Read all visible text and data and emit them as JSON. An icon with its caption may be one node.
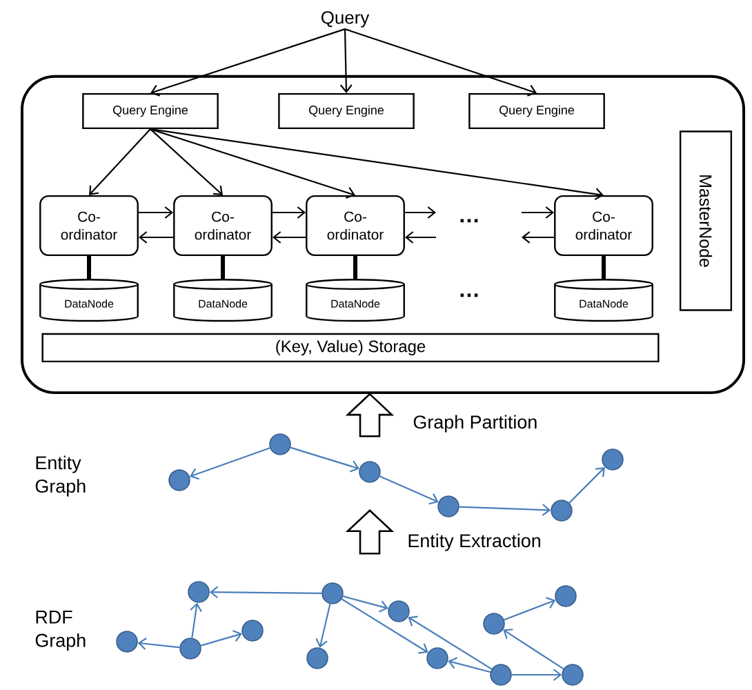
{
  "diagram": {
    "nodes": [
      {
        "text": [
          "Query"
        ]
      },
      {
        "text": [],
        "shape": "box"
      },
      {
        "text": [
          "Query Engine"
        ],
        "in": 1
      },
      {
        "text": [
          "Query Engine"
        ],
        "in": 1
      },
      {
        "text": [
          "Query Engine"
        ],
        "in": 1
      },
      {
        "text": [
          "Co- ordinator"
        ],
        "in": 1
      },
      {
        "text": [
          "Co- ordinator"
        ],
        "in": 1
      },
      {
        "text": [
          "Co- ordinator"
        ],
        "in": 1
      },
      {
        "text": [
          "Co- ordinator"
        ],
        "in": 1
      },
      {
        "text": [
          "DataNode"
        ],
        "in": 1
      },
      {
        "text": [
          "DataNode"
        ],
        "in": 1
      },
      {
        "text": [
          "DataNode"
        ],
        "in": 1
      },
      {
        "text": [
          "DataNode"
        ],
        "in": 1
      },
      {
        "text": [
          "(Key, Value) Storage"
        ],
        "in": 1
      },
      {
        "text": [
          "MasterNode"
        ],
        "in": 1
      },
      {
        "text": [],
        "shape": "circle"
      },
      {
        "text": [],
        "shape": "circle"
      },
      {
        "text": [],
        "shape": "circle"
      },
      {
        "text": [],
        "shape": "circle"
      },
      {
        "text": [],
        "shape": "circle"
      },
      {
        "text": [],
        "shape": "circle"
      },
      {
        "text": [],
        "shape": "circle"
      },
      {
        "text": [],
        "shape": "circle"
      },
      {
        "text": [],
        "shape": "circle"
      },
      {
        "text": [],
        "shape": "circle"
      },
      {
        "text": [],
        "shape": "circle"
      },
      {
        "text": [],
        "shape": "circle"
      },
      {
        "text": [],
        "shape": "circle"
      },
      {
        "text": [],
        "shape": "circle"
      },
      {
        "text": [],
        "shape": "circle"
      },
      {
        "text": [],
        "shape": "circle"
      },
      {
        "text": [],
        "shape": "circle"
      },
      {
        "text": [],
        "shape": "circle"
      }
    ],
    "edges": [
      {
        "from": 0,
        "to": 2,
        "arrow": "to"
      },
      {
        "from": 0,
        "to": 3,
        "arrow": "to"
      },
      {
        "from": 0,
        "to": 4,
        "arrow": "to"
      },
      {
        "from": 2,
        "to": 5,
        "arrow": "to"
      },
      {
        "from": 2,
        "to": 6,
        "arrow": "to"
      },
      {
        "from": 2,
        "to": 7,
        "arrow": "to"
      },
      {
        "from": 2,
        "to": 8,
        "arrow": "to"
      },
      {
        "from": 5,
        "to": 6,
        "arrow": "to"
      },
      {
        "from": 6,
        "to": 5,
        "arrow": "to"
      },
      {
        "from": 6,
        "to": 7,
        "arrow": "to"
      },
      {
        "from": 7,
        "to": 6,
        "arrow": "to"
      },
      {
        "from": 7,
        "to": null,
        "arrow": "to"
      },
      {
        "from": null,
        "to": 7,
        "arrow": "to"
      },
      {
        "from": null,
        "to": 8,
        "arrow": "to"
      },
      {
        "from": 8,
        "to": null,
        "arrow": "to"
      },
      {
        "from": 5,
        "to": 9,
        "arrow": "none",
        "style": "thick"
      },
      {
        "from": 6,
        "to": 10,
        "arrow": "none",
        "style": "thick"
      },
      {
        "from": 7,
        "to": 11,
        "arrow": "none",
        "style": "thick"
      },
      {
        "from": 8,
        "to": 12,
        "arrow": "none",
        "style": "thick"
      },
      {
        "from": 16,
        "to": 15,
        "arrow": "to",
        "color": "#4a7ebb"
      },
      {
        "from": 16,
        "to": 17,
        "arrow": "to",
        "color": "#4a7ebb"
      },
      {
        "from": 17,
        "to": 18,
        "arrow": "to",
        "color": "#4a7ebb"
      },
      {
        "from": 18,
        "to": 19,
        "arrow": "to",
        "color": "#4a7ebb"
      },
      {
        "from": 19,
        "to": 20,
        "arrow": "to",
        "color": "#4a7ebb"
      },
      {
        "from": 22,
        "to": 21,
        "arrow": "to",
        "color": "#4a7ebb"
      },
      {
        "from": 22,
        "to": 23,
        "arrow": "to",
        "color": "#4a7ebb"
      },
      {
        "from": 22,
        "to": 24,
        "arrow": "to",
        "color": "#4a7ebb"
      },
      {
        "from": 26,
        "to": 23,
        "arrow": "to",
        "color": "#4a7ebb"
      },
      {
        "from": 26,
        "to": 25,
        "arrow": "to",
        "color": "#4a7ebb"
      },
      {
        "from": 26,
        "to": 27,
        "arrow": "to",
        "color": "#4a7ebb"
      },
      {
        "from": 26,
        "to": 28,
        "arrow": "to",
        "color": "#4a7ebb"
      },
      {
        "from": 30,
        "to": 27,
        "arrow": "to",
        "color": "#4a7ebb"
      },
      {
        "from": 30,
        "to": 28,
        "arrow": "to",
        "color": "#4a7ebb"
      },
      {
        "from": 30,
        "to": 32,
        "arrow": "to",
        "color": "#4a7ebb"
      },
      {
        "from": 32,
        "to": 29,
        "arrow": "to",
        "color": "#4a7ebb"
      },
      {
        "from": 29,
        "to": 31,
        "arrow": "to",
        "color": "#4a7ebb"
      },
      {
        "from": 17,
        "to": 1,
        "arrow": "to"
      },
      {
        "from": 26,
        "to": 17,
        "arrow": "to"
      }
    ],
    "labels": [
      "…",
      "…",
      "Graph Partition",
      "Entity Graph",
      "Entity Extraction",
      "RDF Graph"
    ]
  }
}
